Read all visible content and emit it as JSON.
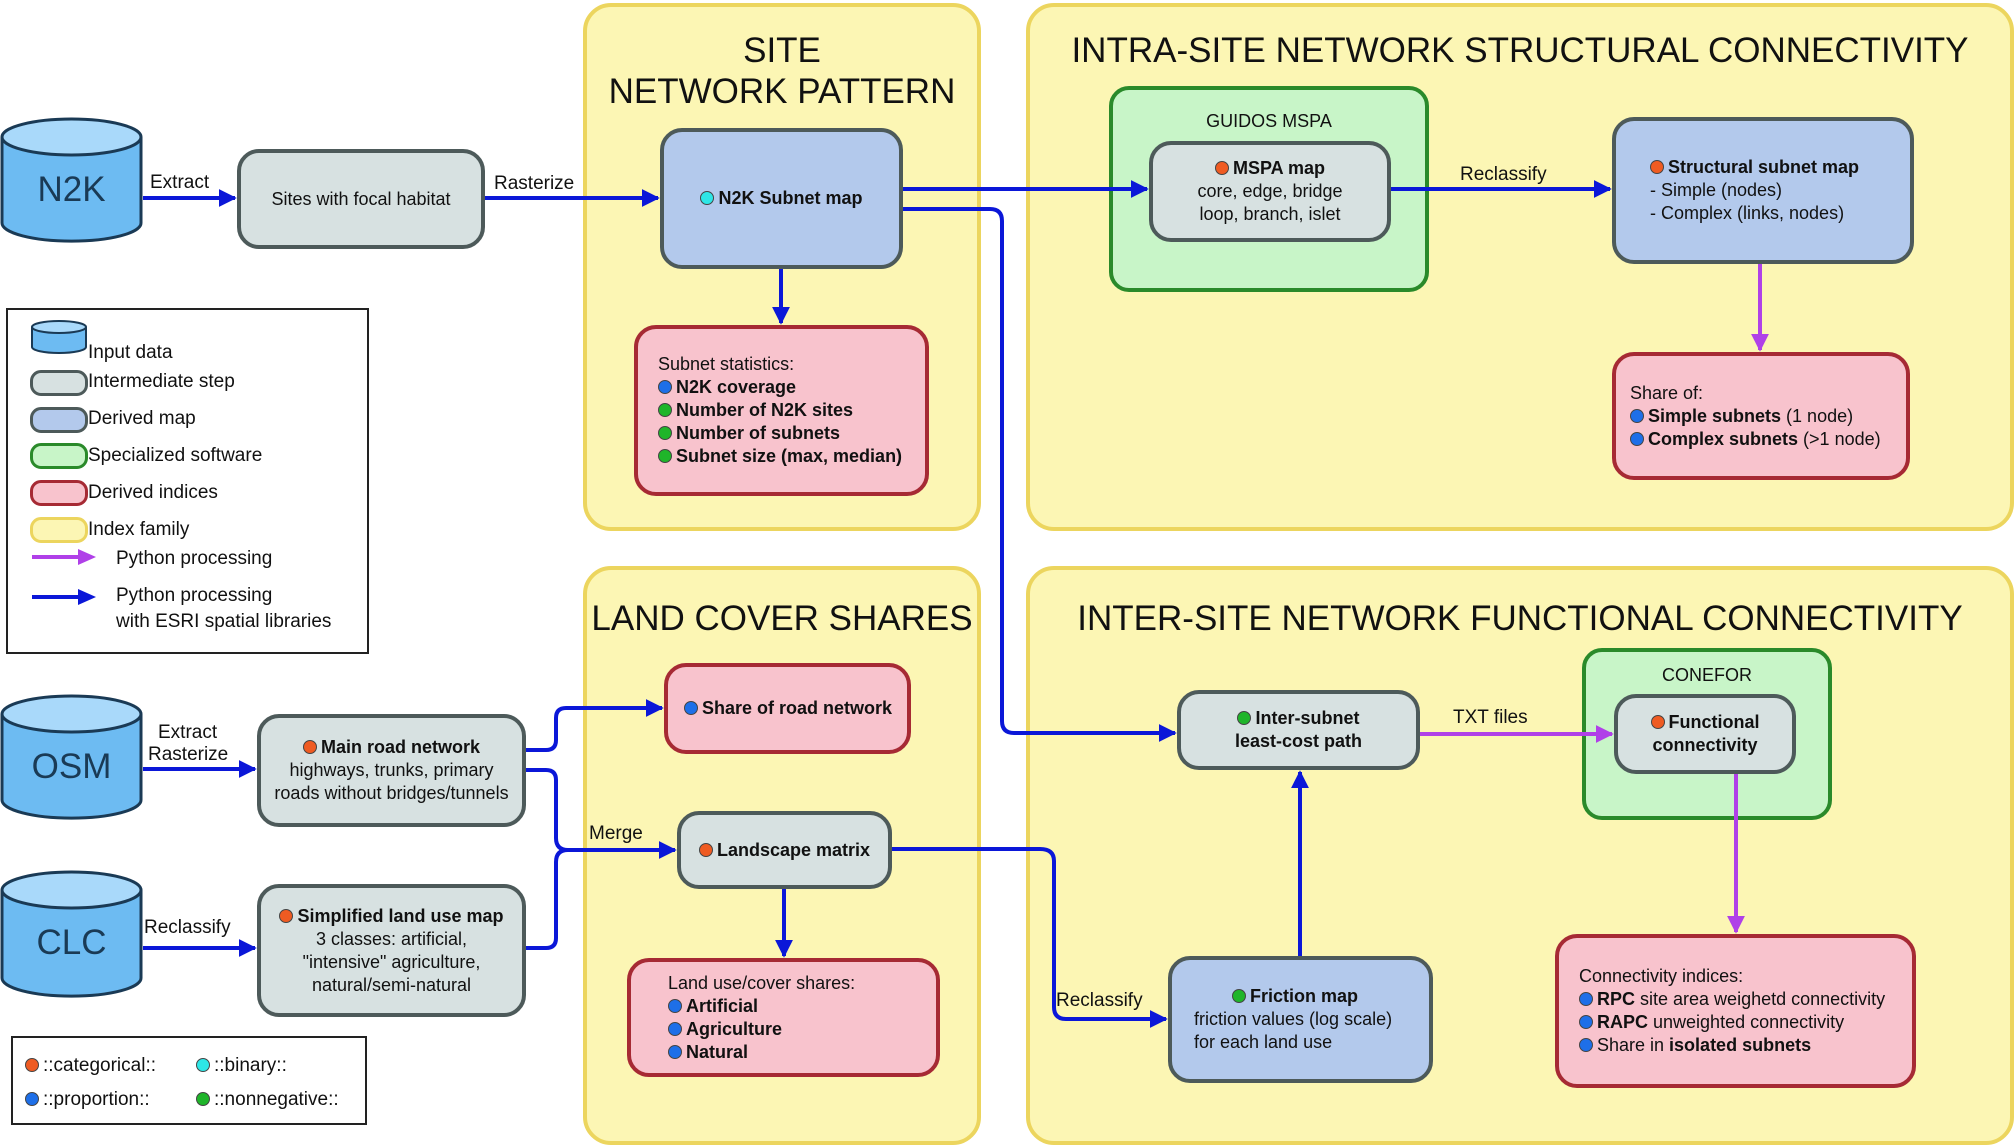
{
  "families": {
    "site_network_pattern": {
      "title_line1": "SITE",
      "title_line2": "NETWORK PATTERN"
    },
    "intra_site": {
      "title": "INTRA-SITE NETWORK STRUCTURAL CONNECTIVITY"
    },
    "land_cover": {
      "title": "LAND COVER SHARES"
    },
    "inter_site": {
      "title": "INTER-SITE NETWORK FUNCTIONAL CONNECTIVITY"
    }
  },
  "software": {
    "guidos": "GUIDOS MSPA",
    "conefor": "CONEFOR"
  },
  "inputs": {
    "n2k": "N2K",
    "osm": "OSM",
    "clc": "CLC"
  },
  "boxes": {
    "sites_focal": "Sites with focal habitat",
    "n2k_subnet_map": "N2K Subnet map",
    "subnet_stats": {
      "title": "Subnet statistics:",
      "items": [
        "N2K coverage",
        "Number of N2K sites",
        "Number of subnets",
        "Subnet size (max, median)"
      ]
    },
    "mspa_map": {
      "title": "MSPA map",
      "line1": "core, edge, bridge",
      "line2": "loop, branch, islet"
    },
    "structural_map": {
      "title": "Structural subnet map",
      "line1": "- Simple (nodes)",
      "line2": "- Complex (links, nodes)"
    },
    "share_of": {
      "title": "Share of:",
      "item1_bold": "Simple subnets",
      "item1_rest": "(1 node)",
      "item2_bold": "Complex subnets",
      "item2_rest": "(>1 node)"
    },
    "main_road": {
      "title": "Main road network",
      "line1": "highways, trunks, primary",
      "line2": "roads without bridges/tunnels"
    },
    "simplified_land_use": {
      "title": "Simplified land use map",
      "line1": "3 classes: artificial,",
      "line2": "\"intensive\" agriculture,",
      "line3": "natural/semi-natural"
    },
    "share_road": "Share of road network",
    "landscape_matrix": "Landscape matrix",
    "land_use_shares": {
      "title": "Land use/cover shares:",
      "items": [
        "Artificial",
        "Agriculture",
        "Natural"
      ]
    },
    "least_cost": {
      "line1": "Inter-subnet",
      "line2": "least-cost path"
    },
    "friction_map": {
      "title": "Friction map",
      "line1": "friction values (log scale)",
      "line2": "for each land use"
    },
    "functional_conn": "Functional connectivity",
    "conn_indices": {
      "title": "Connectivity indices:",
      "item1_bold": "RPC",
      "item1_rest": " site area weighetd connectivity",
      "item2_bold": "RAPC",
      "item2_rest": " unweighted connectivity",
      "item3_pre": "Share in ",
      "item3_bold": "isolated subnets"
    }
  },
  "edge_labels": {
    "extract": "Extract",
    "rasterize": "Rasterize",
    "reclassify_mspa": "Reclassify",
    "osm_extract": "Extract",
    "osm_rasterize": "Rasterize",
    "merge": "Merge",
    "clc_reclassify": "Reclassify",
    "txt_files": "TXT files",
    "friction_reclassify": "Reclassify"
  },
  "legend": {
    "items": [
      "Input data",
      "Intermediate step",
      "Derived map",
      "Specialized software",
      "Derived indices",
      "Index family",
      "Python processing",
      "Python processing",
      "with ESRI spatial libraries"
    ]
  },
  "type_legend": {
    "categorical": "::categorical::",
    "binary": "::binary::",
    "proportion": "::proportion::",
    "nonnegative": "::nonnegative::"
  },
  "colors": {
    "python_arrow": "#b040e8",
    "esri_arrow": "#0b17d8",
    "categorical": "#ef5b22",
    "binary": "#2ee6e6",
    "proportion": "#1e6fe8",
    "nonnegative": "#1fb52a"
  }
}
